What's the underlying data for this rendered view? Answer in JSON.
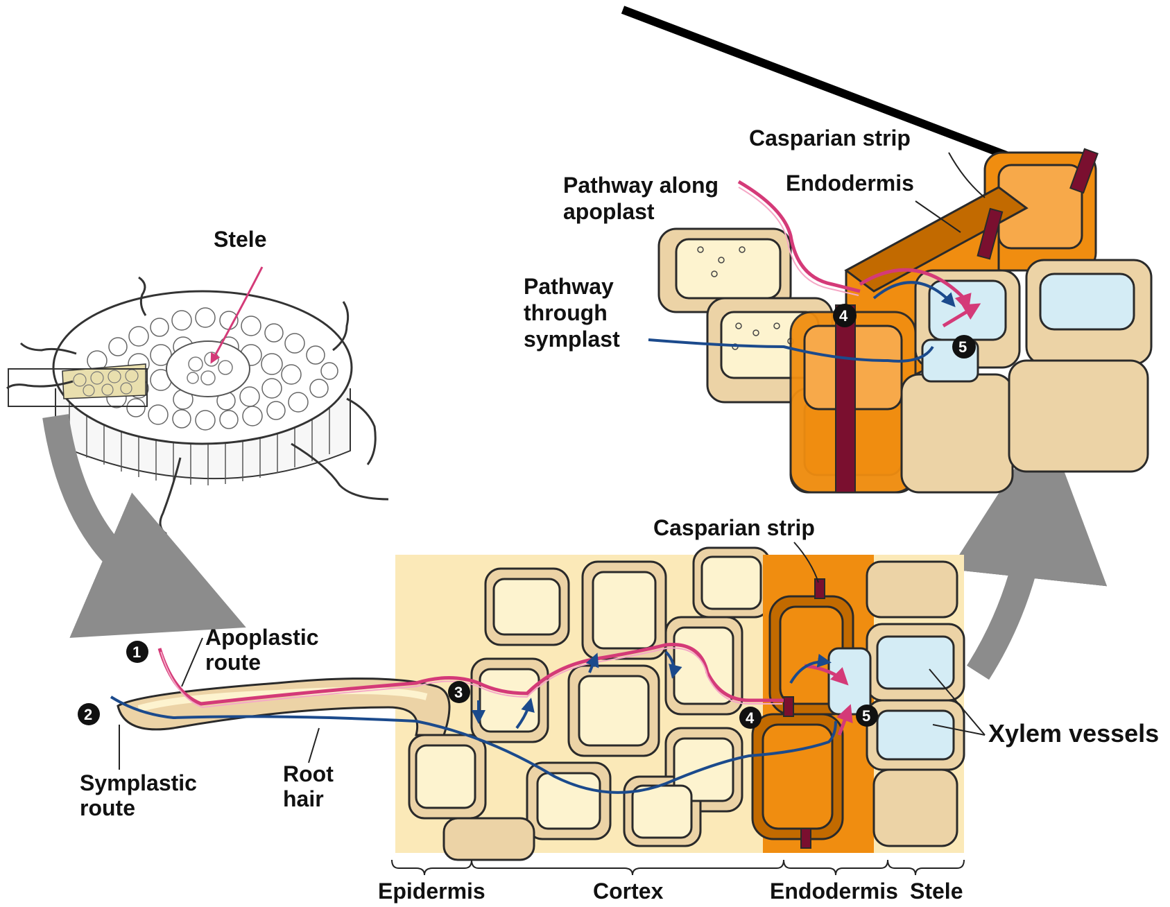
{
  "labels": {
    "stele_top": "Stele",
    "casparian_strip_top": "Casparian strip",
    "endodermis_top": "Endodermis",
    "pathway_apoplast": [
      "Pathway along",
      "apoplast"
    ],
    "pathway_symplast": [
      "Pathway",
      "through",
      "symplast"
    ],
    "apoplastic_route": [
      "Apoplastic",
      "route"
    ],
    "symplastic_route": [
      "Symplastic",
      "route"
    ],
    "root_hair": [
      "Root",
      "hair"
    ],
    "casparian_strip_bottom": "Casparian strip",
    "xylem_vessels": "Xylem vessels",
    "region_epidermis": "Epidermis",
    "region_cortex": "Cortex",
    "region_endodermis": "Endodermis",
    "region_stele": "Stele"
  },
  "markers": {
    "m1": "1",
    "m2": "2",
    "m3": "3",
    "m4": "4",
    "m5": "5",
    "m4_top": "4",
    "m5_top": "5"
  },
  "colors": {
    "apoplast_path": "#d43a78",
    "symplast_path": "#1b4a8c",
    "endodermis": "#f08d10",
    "casparian_strip": "#7a0f2f",
    "cell_wall": "#ecd3a6",
    "xylem": "#d4ecf5"
  }
}
